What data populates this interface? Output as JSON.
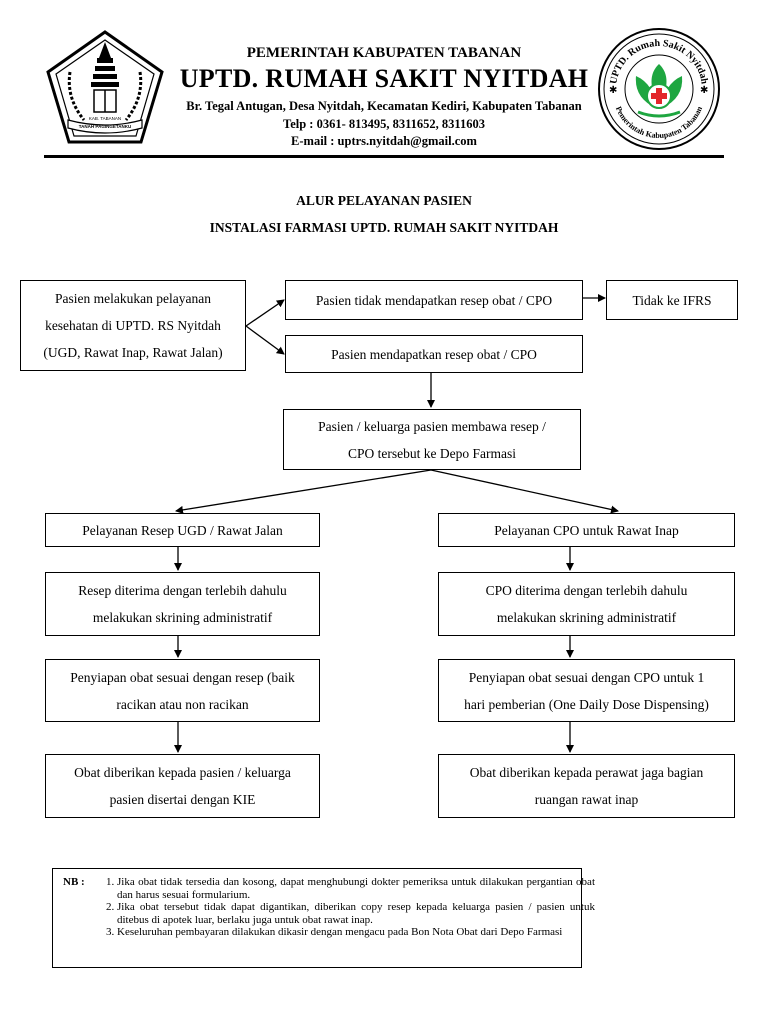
{
  "header": {
    "line1": "PEMERINTAH KABUPATEN TABANAN",
    "line2": "UPTD. RUMAH SAKIT NYITDAH",
    "line3": "Br. Tegal Antugan, Desa Nyitdah, Kecamatan Kediri, Kabupaten Tabanan",
    "line4": "Telp : 0361- 813495, 8311652, 8311603",
    "line5": "E-mail : uptrs.nyitdah@gmail.com",
    "left_logo_icon": "tabanan-regency-emblem-icon",
    "right_logo_icon": "hospital-seal-icon",
    "right_logo_text_top": "UPTD. Rumah Sakit Nyitdah",
    "right_logo_text_bottom": "Pemerintah Kabupaten Tabanan",
    "left_logo_ribbon": "KAB. TABANAN",
    "left_logo_ribbon2": "TANAH PAGINGETANKU"
  },
  "title": {
    "line1": "ALUR PELAYANAN PASIEN",
    "line2": "INSTALASI FARMASI UPTD. RUMAH SAKIT NYITDAH"
  },
  "flow": {
    "start": [
      "Pasien melakukan pelayanan",
      "kesehatan di UPTD. RS Nyitdah",
      "(UGD, Rawat Inap, Rawat Jalan)"
    ],
    "no_prescription": "Pasien tidak mendapatkan resep obat / CPO",
    "not_ifrs": "Tidak ke IFRS",
    "prescription": "Pasien mendapatkan resep obat / CPO",
    "bring": [
      "Pasien / keluarga pasien membawa resep /",
      "CPO tersebut ke Depo Farmasi"
    ],
    "left": {
      "s1": [
        "Pelayanan Resep UGD / Rawat Jalan"
      ],
      "s2": [
        "Resep diterima dengan terlebih dahulu",
        "melakukan skrining administratif"
      ],
      "s3": [
        "Penyiapan obat sesuai dengan resep (baik",
        "racikan atau non racikan"
      ],
      "s4": [
        "Obat diberikan kepada pasien / keluarga",
        "pasien disertai dengan KIE"
      ]
    },
    "right": {
      "s1": [
        "Pelayanan CPO untuk Rawat Inap"
      ],
      "s2": [
        "CPO diterima dengan terlebih dahulu",
        "melakukan skrining administratif"
      ],
      "s3": [
        "Penyiapan obat sesuai dengan CPO untuk 1",
        "hari pemberian (One Daily Dose Dispensing)"
      ],
      "s4": [
        "Obat diberikan kepada perawat jaga bagian",
        "ruangan rawat inap"
      ]
    }
  },
  "notes": {
    "label": "NB :",
    "items": [
      "Jika obat tidak tersedia dan kosong, dapat menghubungi dokter pemeriksa untuk dilakukan pergantian obat dan harus sesuai formularium.",
      "Jika obat tersebut tidak dapat digantikan, diberikan copy resep kepada keluarga pasien / pasien untuk ditebus di apotek luar, berlaku juga untuk obat rawat inap.",
      "Keseluruhan pembayaran dilakukan dikasir dengan mengacu pada Bon Nota Obat dari Depo Farmasi"
    ]
  }
}
